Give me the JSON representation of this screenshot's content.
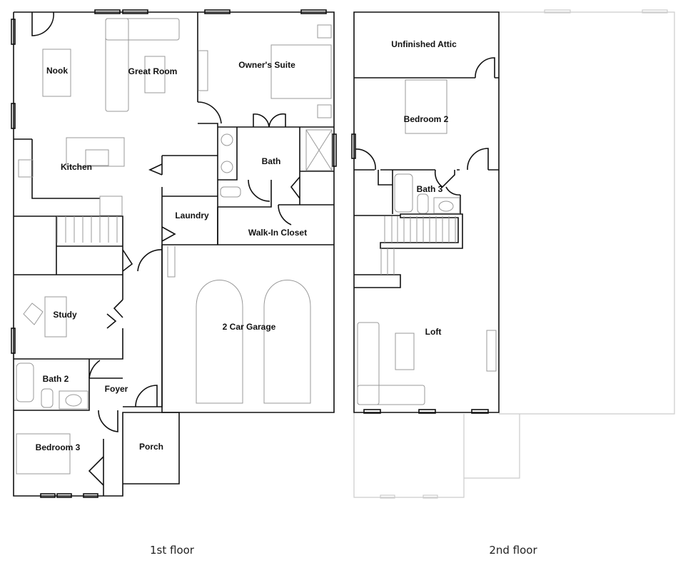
{
  "floors": [
    {
      "caption": "1st floor",
      "rooms": [
        "Nook",
        "Great Room",
        "Owner's Suite",
        "Kitchen",
        "Bath",
        "Laundry",
        "Walk-In Closet",
        "Study",
        "2 Car Garage",
        "Bath 2",
        "Foyer",
        "Bedroom 3",
        "Porch"
      ]
    },
    {
      "caption": "2nd floor",
      "rooms": [
        "Unfinished Attic",
        "Bedroom 2",
        "Bath 3",
        "Loft"
      ]
    }
  ]
}
